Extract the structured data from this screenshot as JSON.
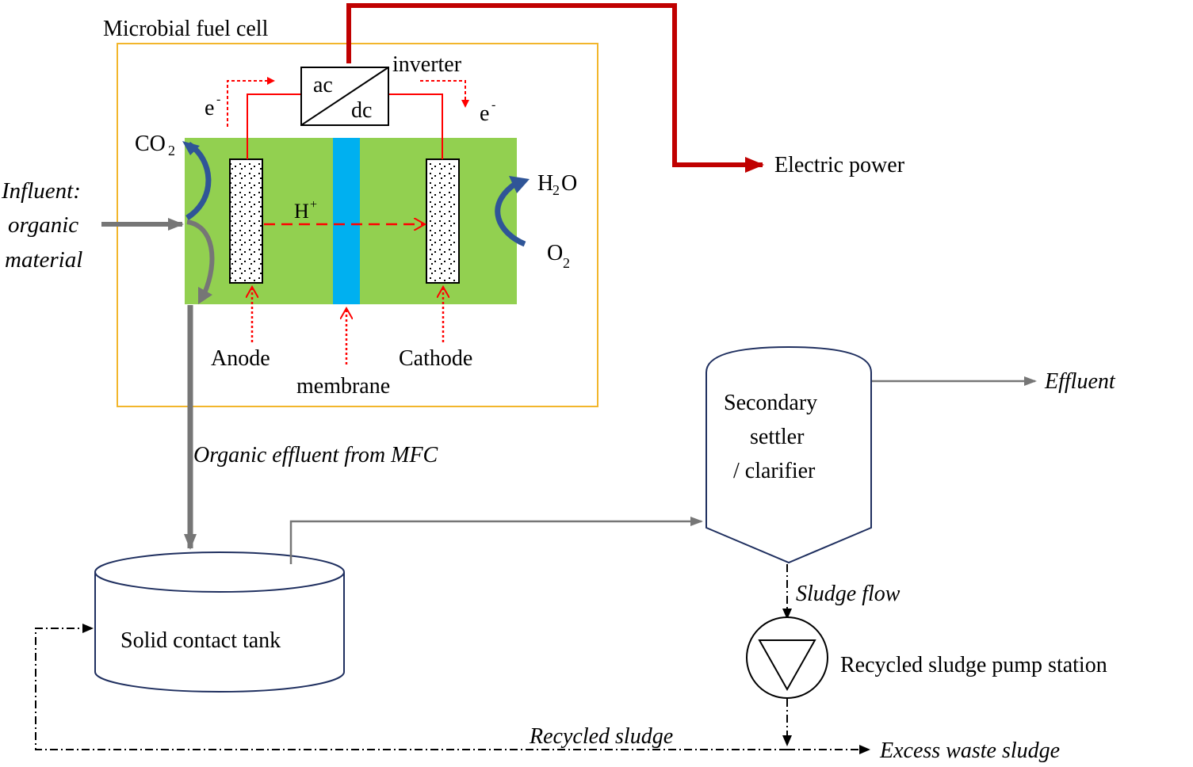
{
  "diagram": {
    "type": "process-flow",
    "mfc_title": "Microbial fuel cell",
    "inverter": {
      "label": "inverter",
      "ac": "ac",
      "dc": "dc"
    },
    "electron_left": "e",
    "electron_right": "e",
    "electron_sup": "-",
    "co2": {
      "base": "CO",
      "sub": "2"
    },
    "h2o": {
      "base": "H",
      "sub": "2",
      "tail": "O"
    },
    "o2": {
      "base": "O",
      "sub": "2"
    },
    "proton": {
      "base": "H",
      "sup": "+"
    },
    "influent_lines": [
      "Influent:",
      "organic",
      "material"
    ],
    "anode": "Anode",
    "membrane": "membrane",
    "cathode": "Cathode",
    "electric_power": "Electric power",
    "organic_effluent": "Organic effluent from MFC",
    "settler_lines": [
      "Secondary",
      "settler",
      "/ clarifier"
    ],
    "effluent": "Effluent",
    "tank": "Solid contact tank",
    "sludge_flow": "Sludge flow",
    "pump": "Recycled sludge pump station",
    "recycled_sludge": "Recycled sludge",
    "excess_sludge": "Excess waste sludge",
    "colors": {
      "mfc_border": "#f2b62c",
      "cell_green": "#92d050",
      "membrane_blue": "#00b0f0",
      "circuit_red": "#ff0000",
      "power_dark_red": "#c00000",
      "gas_arrow_blue": "#2f5597",
      "flow_gray": "#767676",
      "vessel_navy": "#1f2f5f"
    }
  }
}
